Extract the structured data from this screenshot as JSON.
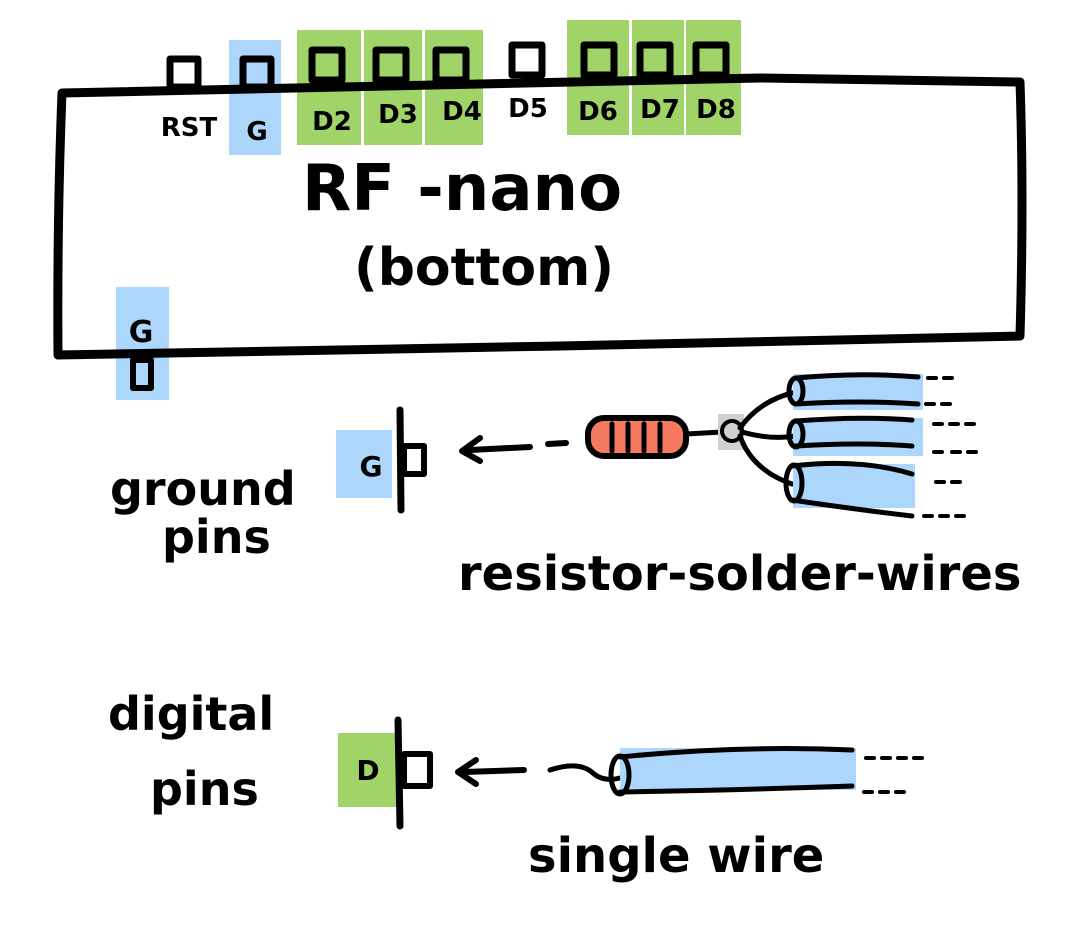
{
  "board": {
    "title": "RF -nano",
    "subtitle": "(bottom)",
    "side_ground_label": "G"
  },
  "top_pins": [
    {
      "label": "RST",
      "highlight": "none"
    },
    {
      "label": "G",
      "highlight": "blue"
    },
    {
      "label": "D2",
      "highlight": "green"
    },
    {
      "label": "D3",
      "highlight": "green"
    },
    {
      "label": "D4",
      "highlight": "green"
    },
    {
      "label": "D5",
      "highlight": "none"
    },
    {
      "label": "D6",
      "highlight": "green"
    },
    {
      "label": "D7",
      "highlight": "green"
    },
    {
      "label": "D8",
      "highlight": "green"
    }
  ],
  "ground_section": {
    "label_line1": "ground",
    "label_line2": "pins",
    "pin_label": "G",
    "caption": "resistor-solder-wires"
  },
  "digital_section": {
    "label_line1": "digital",
    "label_line2": "pins",
    "pin_label": "D",
    "caption": "single wire"
  },
  "colors": {
    "ground": "#acd6fb",
    "digital": "#a0d468",
    "resistor": "#f47a60",
    "solder": "#d0d0d0",
    "wire": "#acd6fb",
    "ink": "#000000"
  }
}
